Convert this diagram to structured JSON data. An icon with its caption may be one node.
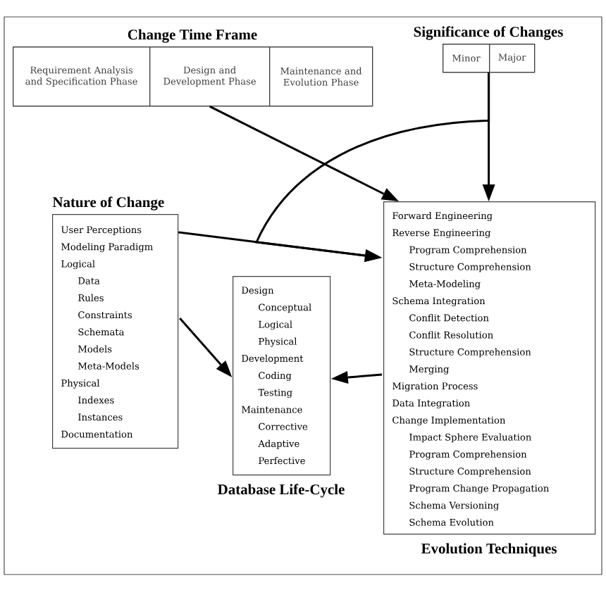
{
  "diagram": {
    "nodes": [
      {
        "text": [
          "Change Time Frame"
        ]
      },
      {
        "text": [
          "Requirement Analysis and Specification Phase"
        ],
        "in": 0
      },
      {
        "text": [
          "Design and Development Phase"
        ],
        "in": 0
      },
      {
        "text": [
          "Maintenance and Evolution Phase"
        ],
        "in": 0
      },
      {
        "text": [
          "Significance of Changes"
        ]
      },
      {
        "text": [
          "Minor"
        ],
        "in": 4
      },
      {
        "text": [
          "Major"
        ],
        "in": 4
      },
      {
        "text": [
          "Nature of Change",
          "User Perceptions",
          "Modeling Paradigm",
          "Logical",
          "Data",
          "Rules",
          "Constraints",
          "Schemata",
          "Models",
          "Meta-Models",
          "Physical",
          "Indexes",
          "Instances",
          "Documentation"
        ]
      },
      {
        "text": [
          "Design",
          "Conceptual",
          "Logical",
          "Physical",
          "Development",
          "Coding",
          "Testing",
          "Maintenance",
          "Corrective",
          "Adaptive",
          "Perfective",
          "Database Life-Cycle"
        ]
      },
      {
        "text": [
          "Forward Engineering",
          "Reverse Engineering",
          "Program Comprehension",
          "Structure Comprehension",
          "Meta-Modeling",
          "Schema Integration",
          "Conflit Detection",
          "Conflit Resolution",
          "Structure Comprehension",
          "Merging",
          "Migration Process",
          "Data Integration",
          "Change Implementation",
          "Impact Sphere Evaluation",
          "Program Comprehension",
          "Structure Comprehension",
          "Program Change Propagation",
          "Schema Versioning",
          "Schema Evolution",
          "Evolution Techniques"
        ]
      }
    ],
    "edges": [
      {
        "from": 2,
        "to": 9,
        "arrow": "to"
      },
      {
        "from": 4,
        "to": 9,
        "arrow": "to"
      },
      {
        "from": 4,
        "to": 9,
        "arrow": "to"
      },
      {
        "from": 7,
        "to": 9,
        "arrow": "to"
      },
      {
        "from": 7,
        "to": 8,
        "arrow": "to"
      },
      {
        "from": 9,
        "to": 8,
        "arrow": "to"
      }
    ]
  }
}
